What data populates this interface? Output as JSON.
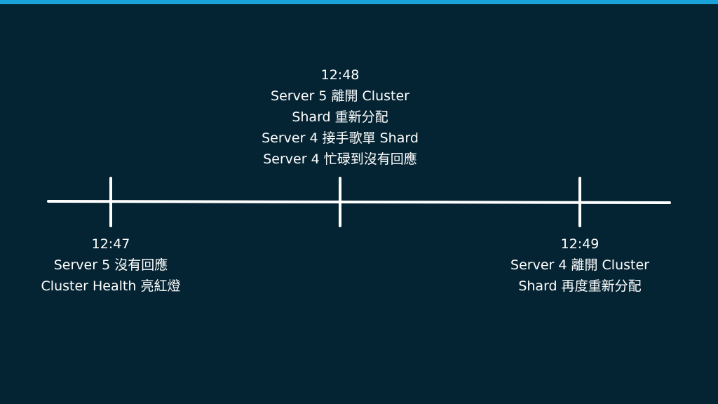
{
  "colors": {
    "background": "#052433",
    "accent_bar": "#1aa3d9",
    "foreground": "#ffffff"
  },
  "events": [
    {
      "time": "12:47",
      "lines": [
        "Server 5 沒有回應",
        "Cluster Health 亮紅燈"
      ]
    },
    {
      "time": "12:48",
      "lines": [
        "Server 5 離開 Cluster",
        "Shard 重新分配",
        "Server 4 接手歌單 Shard",
        "Server 4 忙碌到沒有回應"
      ]
    },
    {
      "time": "12:49",
      "lines": [
        "Server 4 離開 Cluster",
        "Shard 再度重新分配"
      ]
    }
  ]
}
